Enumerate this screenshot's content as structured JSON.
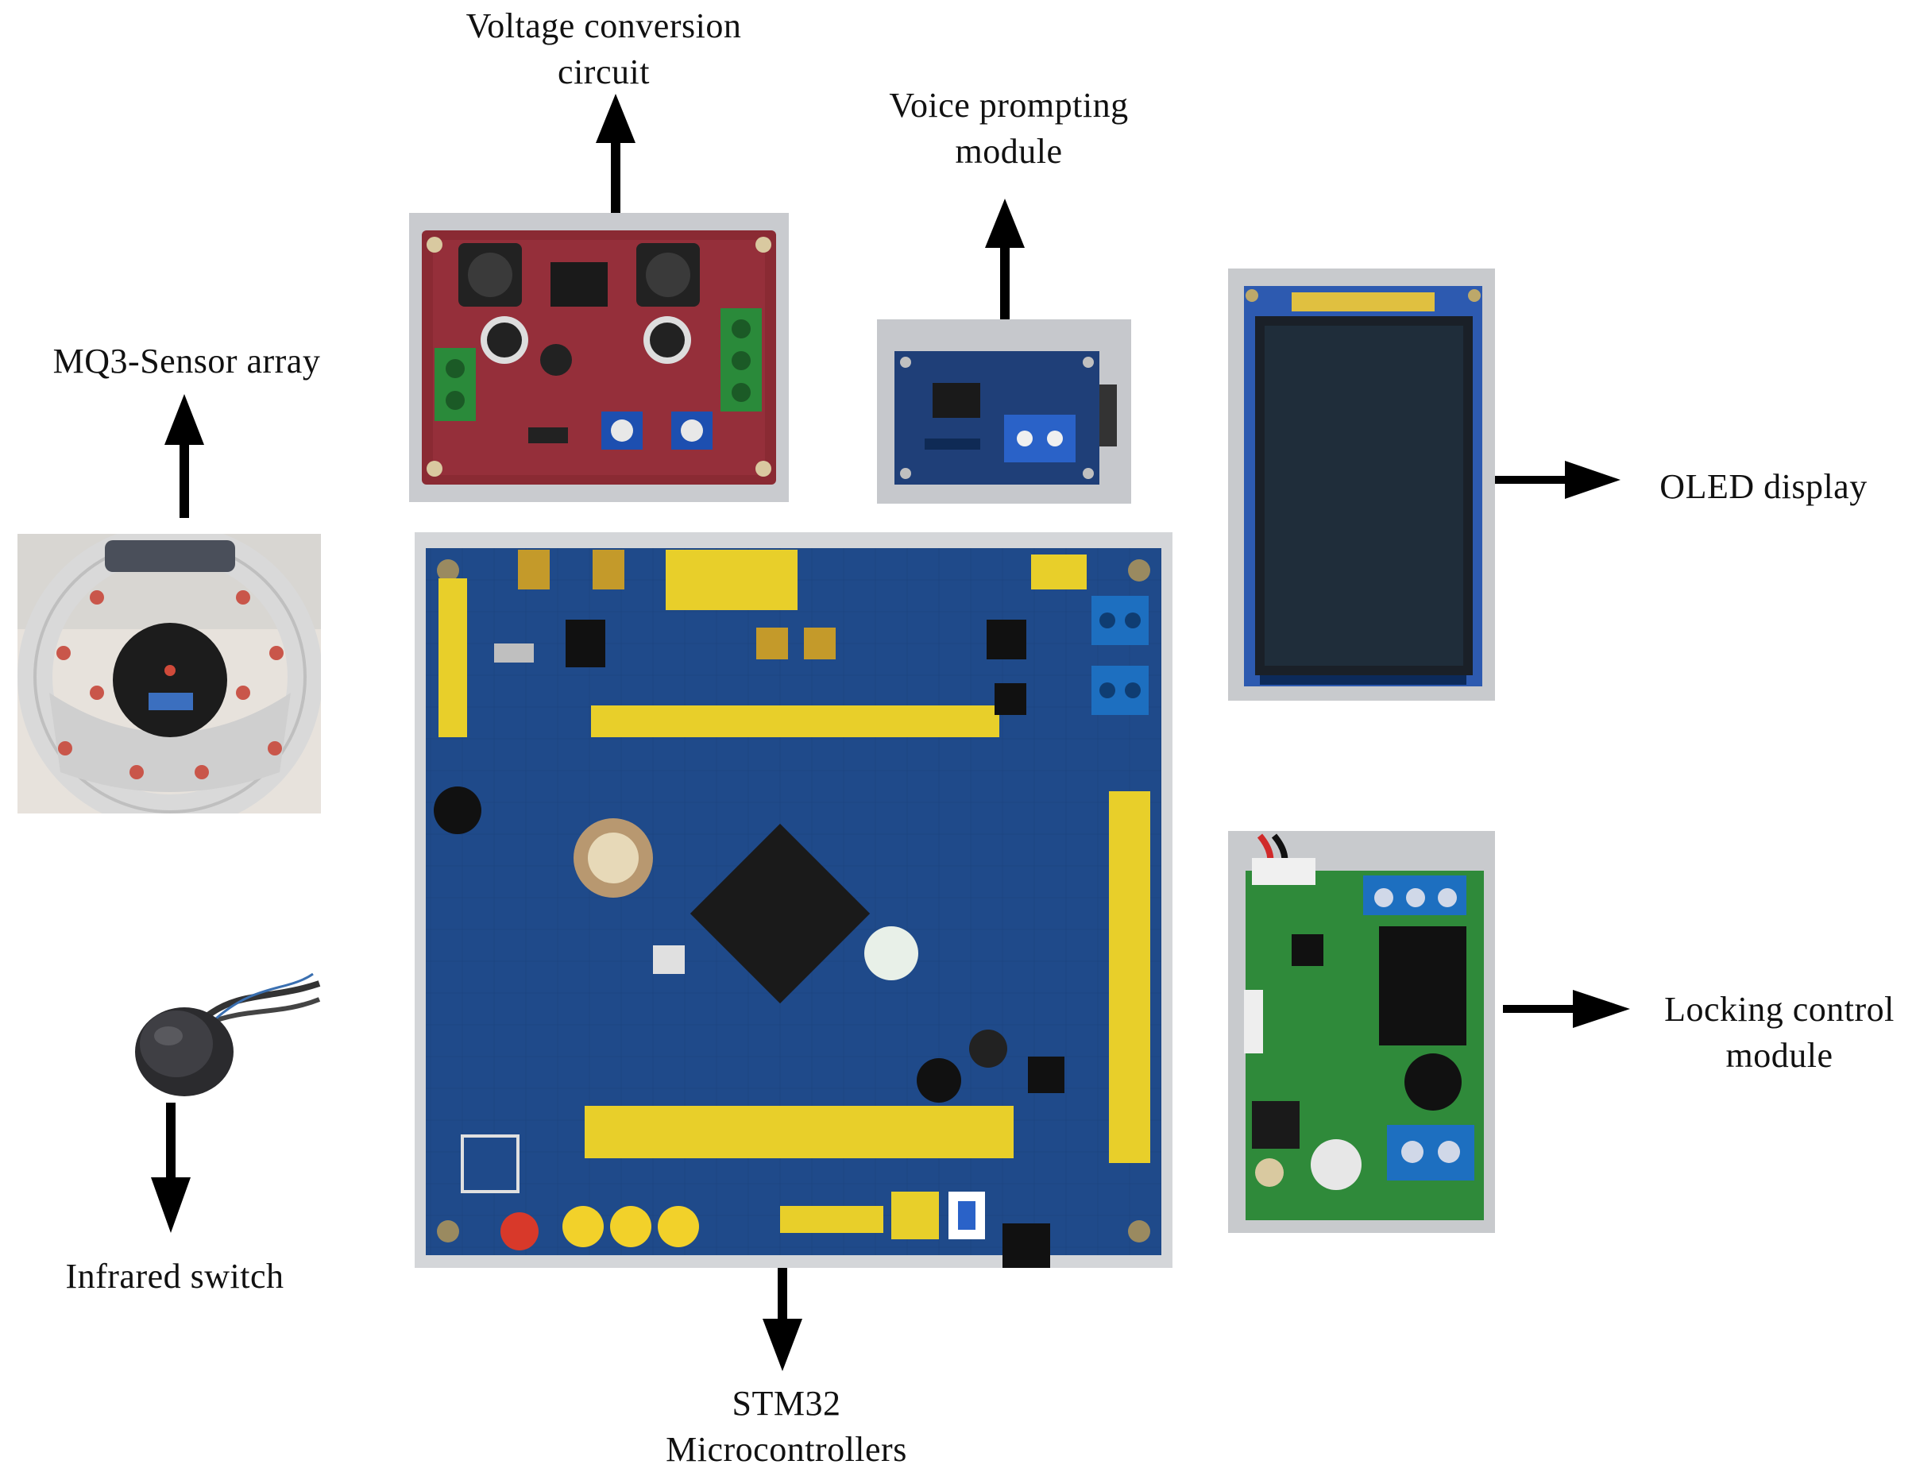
{
  "labels": {
    "voltage": [
      "Voltage conversion",
      "circuit"
    ],
    "voice": [
      "Voice prompting",
      "module"
    ],
    "mq3": [
      "MQ3-Sensor array"
    ],
    "oled": [
      "OLED display"
    ],
    "locking": [
      "Locking control",
      "module"
    ],
    "infrared": [
      "Infrared switch"
    ],
    "stm32": [
      "STM32",
      "Microcontrollers"
    ]
  },
  "colors": {
    "pcb_blue": "#1f4a8a",
    "pcb_red": "#8a2a33",
    "pcb_green": "#2f8a3a",
    "header_yellow": "#e8cf2a",
    "terminal_blue": "#1d6fc0",
    "terminal_green": "#2a8a3a"
  }
}
